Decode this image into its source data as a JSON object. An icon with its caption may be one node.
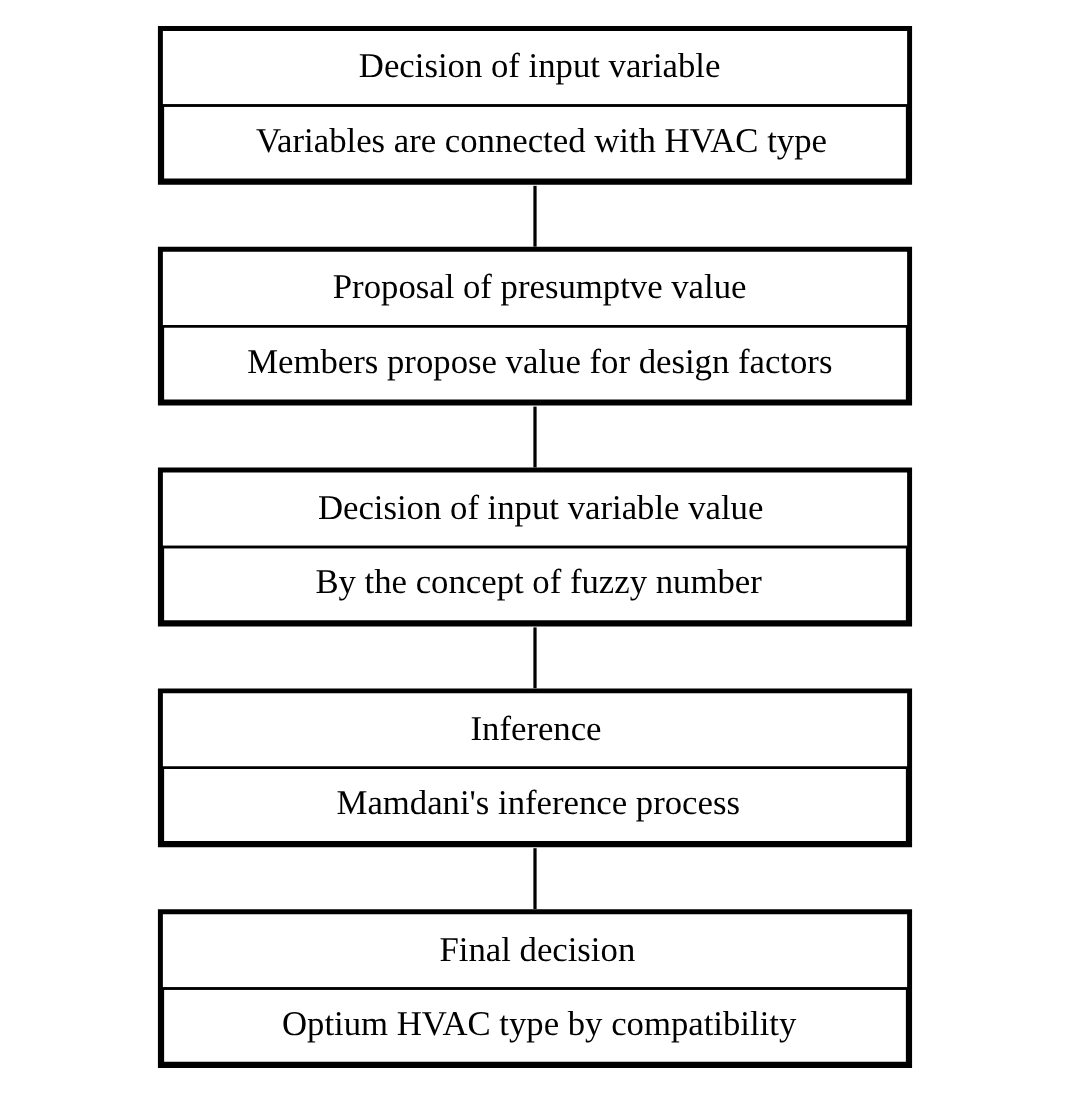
{
  "diagram": {
    "nodes": [
      {
        "text": [
          "Decision of input variable",
          "Variables are connected with HVAC type"
        ]
      },
      {
        "text": [
          "Proposal of presumptve value",
          "Members propose value for design factors"
        ]
      },
      {
        "text": [
          "Decision of input variable value",
          "By the concept of fuzzy number"
        ]
      },
      {
        "text": [
          "Inference",
          "Mamdani's inference process"
        ]
      },
      {
        "text": [
          "Final decision",
          "Optium HVAC type by compatibility"
        ]
      }
    ],
    "edges": [
      {
        "from": 0,
        "to": 1,
        "arrow": "none"
      },
      {
        "from": 1,
        "to": 2,
        "arrow": "none"
      },
      {
        "from": 2,
        "to": 3,
        "arrow": "none"
      },
      {
        "from": 3,
        "to": 4,
        "arrow": "none"
      }
    ]
  }
}
